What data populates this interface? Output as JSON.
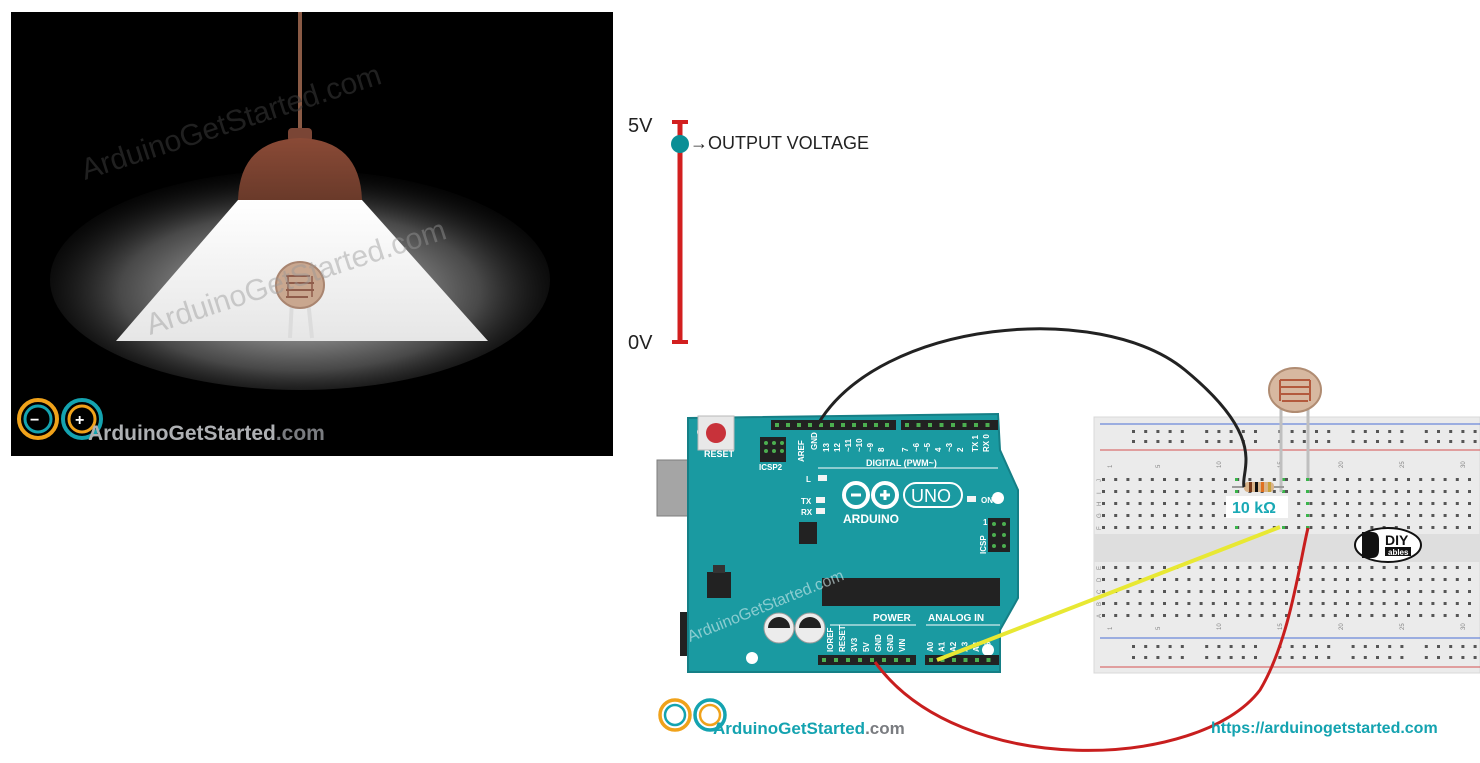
{
  "lamp_scene": {
    "watermark": "ArduinoGetStarted.com",
    "logo": {
      "brand_main": "ArduinoGetStarted",
      "brand_suffix": ".com"
    }
  },
  "voltage_gauge": {
    "top_label": "5V",
    "bottom_label": "0V",
    "indicator_label": "→OUTPUT VOLTAGE",
    "output_level_fraction": 0.9,
    "colors": {
      "bar": "#d21f1f",
      "indicator": "#0b8f96"
    }
  },
  "arduino": {
    "reset_label": "RESET",
    "icsp2_label": "ICSP2",
    "aref_label": "AREF",
    "gnd_label": "GND",
    "digital_pins": [
      "13",
      "12",
      "~11",
      "~10",
      "~9",
      "8",
      "7",
      "~6",
      "~5",
      "4",
      "~3",
      "2",
      "TX 1",
      "RX 0"
    ],
    "digital_label": "DIGITAL (PWM~)",
    "l_label": "L",
    "tx_label": "TX",
    "rx_label": "RX",
    "on_label": "ON",
    "brand": "ARDUINO",
    "model": "UNO",
    "icsp_label": "ICSP",
    "icsp_num": "1",
    "watermark": "ArduinoGetStarted.com",
    "power_label": "POWER",
    "analog_label": "ANALOG IN",
    "power_pins": [
      "IOREF",
      "RESET",
      "3V3",
      "5V",
      "GND",
      "GND",
      "VIN"
    ],
    "analog_pins": [
      "A0",
      "A1",
      "A2",
      "A3",
      "A4",
      "A5"
    ],
    "color": "#1a9aa1"
  },
  "breadboard": {
    "resistor_label": "10 kΩ",
    "column_numbers": [
      "1",
      "5",
      "10",
      "15",
      "20",
      "25",
      "30"
    ],
    "row_letters_top": [
      "J",
      "I",
      "H",
      "G",
      "F"
    ],
    "row_letters_bottom": [
      "E",
      "D",
      "C",
      "B",
      "A"
    ],
    "diy_logo": {
      "text_top": "DIY",
      "text_bottom": "ables"
    }
  },
  "footer": {
    "logo": {
      "brand_main": "ArduinoGetStarted",
      "brand_suffix": ".com"
    },
    "url": "https://arduinogetstarted.com"
  }
}
